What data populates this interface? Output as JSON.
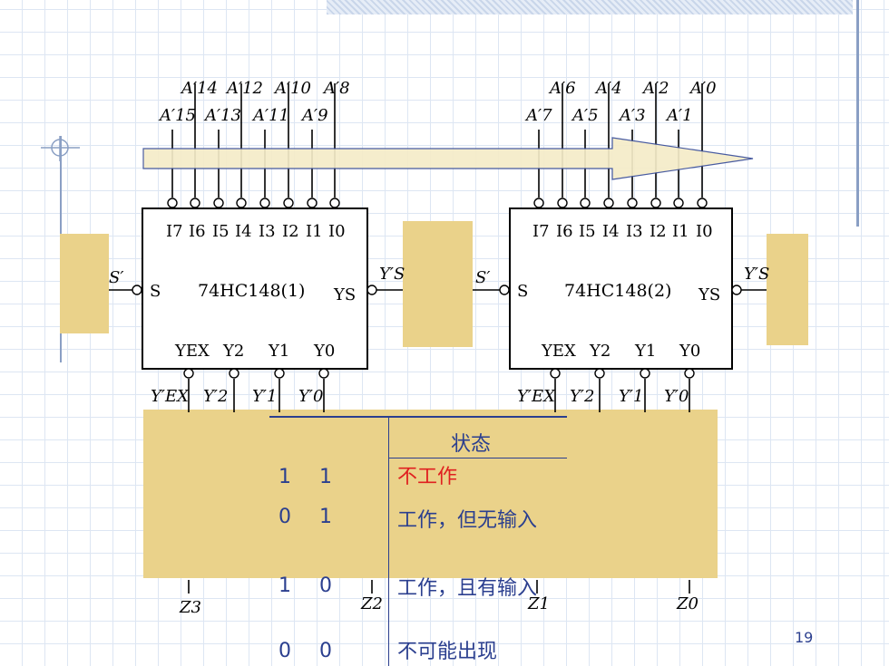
{
  "slide": {
    "page_number": "19"
  },
  "colors": {
    "accent_box": "#ead28a",
    "arrow_fill": "#f5ecc8",
    "ink": "#000000",
    "table_text": "#2b3f8f",
    "highlight": "#e02020"
  },
  "chip1": {
    "name": "74HC148(1)",
    "inputs_top_row": [
      "A′14",
      "A′12",
      "A′10",
      "A′8"
    ],
    "inputs_bottom_row": [
      "A′15",
      "A′13",
      "A′11",
      "A′9"
    ],
    "pins": [
      "I7",
      "I6",
      "I5",
      "I4",
      "I3",
      "I2",
      "I1",
      "I0"
    ],
    "enable_in": "S′",
    "enable_pin": "S",
    "ys_pin": "YS",
    "ys_out": "Y′S",
    "out_pins": [
      "YEX",
      "Y2",
      "Y1",
      "Y0"
    ],
    "out_labels": [
      "Y′EX",
      "Y′2",
      "Y′1",
      "Y′0"
    ]
  },
  "chip2": {
    "name": "74HC148(2)",
    "inputs_top_row": [
      "A′6",
      "A′4",
      "A′2",
      "A′0"
    ],
    "inputs_bottom_row": [
      "A′7",
      "A′5",
      "A′3",
      "A′1"
    ],
    "pins": [
      "I7",
      "I6",
      "I5",
      "I4",
      "I3",
      "I2",
      "I1",
      "I0"
    ],
    "enable_in": "S′",
    "enable_pin": "S",
    "ys_pin": "YS",
    "ys_out": "Y′S",
    "out_pins": [
      "YEX",
      "Y2",
      "Y1",
      "Y0"
    ],
    "out_labels": [
      "Y′EX",
      "Y′2",
      "Y′1",
      "Y′0"
    ]
  },
  "outputs": [
    "Z3",
    "Z2",
    "Z1",
    "Z0"
  ],
  "table": {
    "header": "状态",
    "rows": [
      {
        "a": "1",
        "b": "1",
        "status": "不工作"
      },
      {
        "a": "0",
        "b": "1",
        "status": "工作，但无输入"
      },
      {
        "a": "1",
        "b": "0",
        "status": "工作，且有输入"
      },
      {
        "a": "0",
        "b": "0",
        "status": "不可能出现"
      }
    ]
  }
}
